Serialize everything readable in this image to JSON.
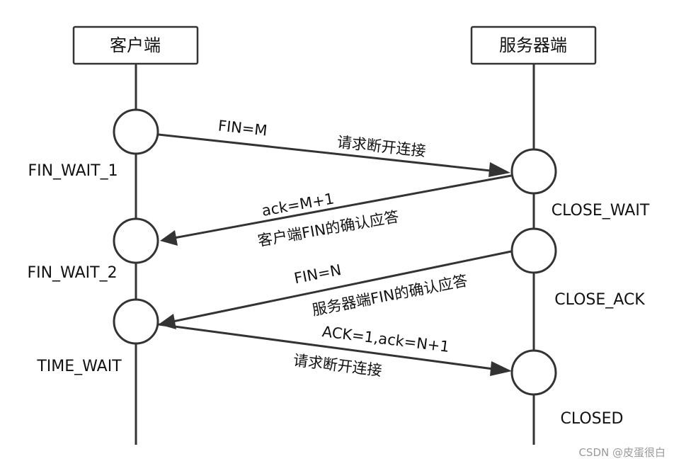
{
  "client": {
    "header": "客户端",
    "states": [
      "FIN_WAIT_1",
      "FIN_WAIT_2",
      "TIME_WAIT"
    ]
  },
  "server": {
    "header": "服务器端",
    "states": [
      "CLOSE_WAIT",
      "CLOSE_ACK",
      "CLOSED"
    ]
  },
  "messages": [
    {
      "top": "FIN=M",
      "bottom": "请求断开连接"
    },
    {
      "top": "ack=M+1",
      "bottom": "客户端FIN的确认应答"
    },
    {
      "top": "FIN=N",
      "bottom": "服务器端FIN的确认应答"
    },
    {
      "top": "ACK=1,ack=N+1",
      "bottom": "请求断开连接"
    }
  ],
  "watermark": "CSDN @皮蛋很白"
}
